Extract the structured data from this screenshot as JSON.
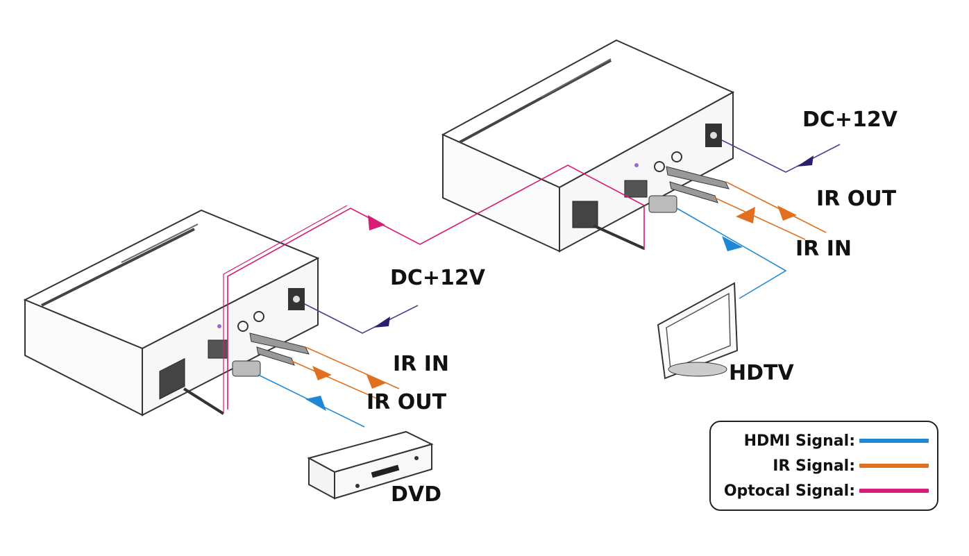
{
  "labels": {
    "right_dc": "DC+12V",
    "right_ir_out": "IR OUT",
    "right_ir_in": "IR IN",
    "left_dc": "DC+12V",
    "left_ir_in": "IR IN",
    "left_ir_out": "IR OUT",
    "hdtv": "HDTV",
    "dvd": "DVD"
  },
  "legend": {
    "items": [
      {
        "label": "HDMI Signal:",
        "color": "#1e88d6"
      },
      {
        "label": "IR Signal:",
        "color": "#e07020"
      },
      {
        "label": "Optocal Signal:",
        "color": "#d81b74"
      }
    ]
  },
  "colors": {
    "hdmi": "#1e88d6",
    "ir": "#e07020",
    "optical": "#d81b74",
    "power": "#4a3f8c"
  }
}
